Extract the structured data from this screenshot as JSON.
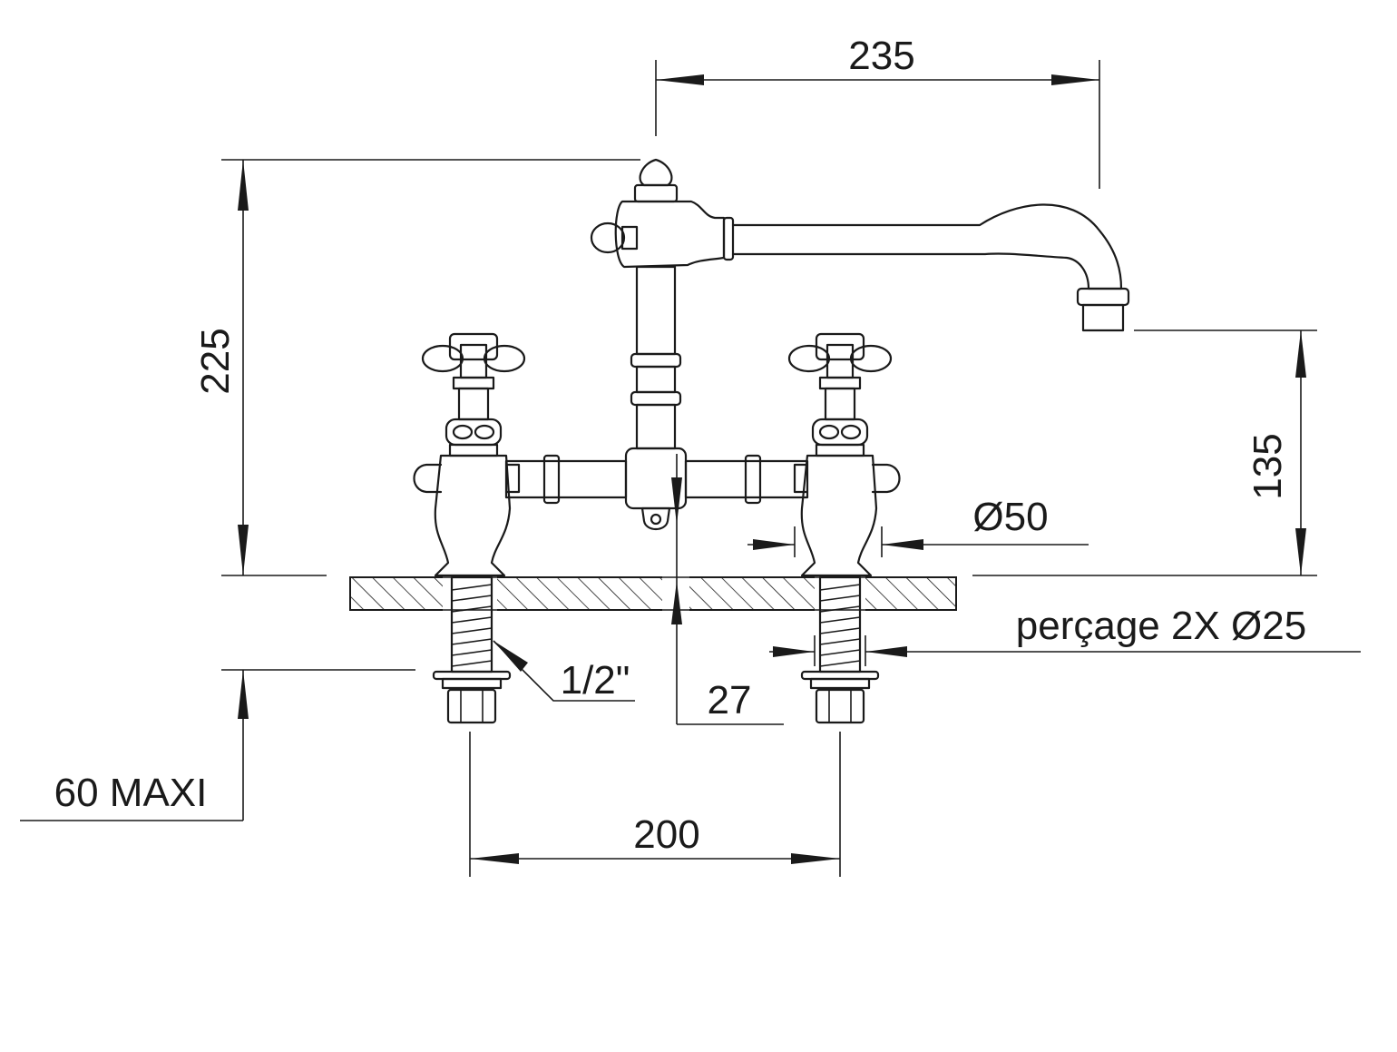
{
  "dimensions": {
    "spout_reach": "235",
    "total_height": "225",
    "spout_height": "135",
    "base_diameter": "Ø50",
    "drilling": "perçage 2X  Ø25",
    "thread": "1/2\"",
    "deck_thickness": "27",
    "max_deck": "60 MAXI",
    "center_distance": "200"
  },
  "colors": {
    "line": "#1a1a1a",
    "background": "#ffffff"
  }
}
